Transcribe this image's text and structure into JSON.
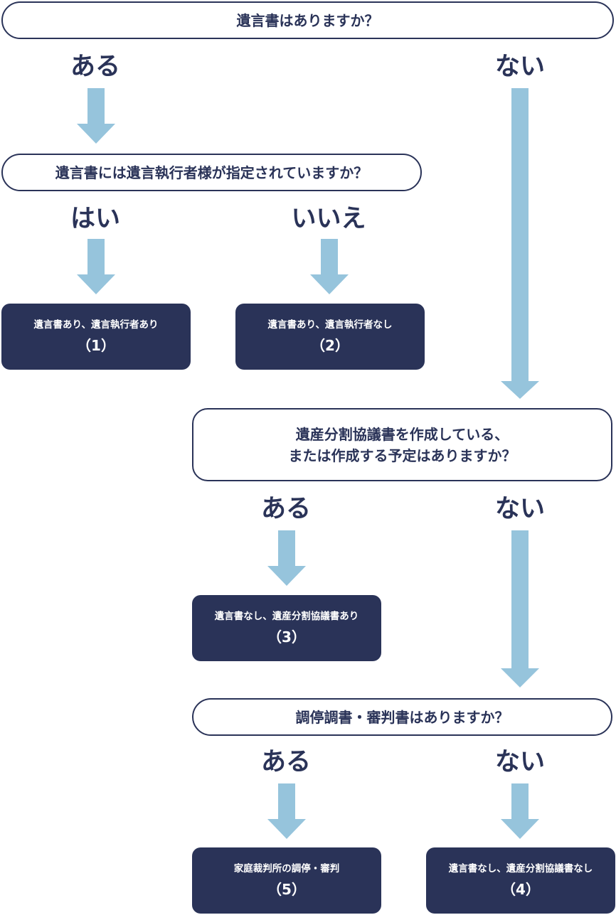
{
  "colors": {
    "navy": "#2a3358",
    "arrow": "#96c4dc",
    "white": "#ffffff"
  },
  "questions": {
    "q1": "遺言書はありますか？",
    "q2": "遺言書には遺言執行者様が指定されていますか？",
    "q3": "遺産分割協議書を作成している、\nまたは作成する予定はありますか？",
    "q4": "調停調書・審判書はありますか？"
  },
  "labels": {
    "q1_yes": "ある",
    "q1_no": "ない",
    "q2_yes": "はい",
    "q2_no": "いいえ",
    "q3_yes": "ある",
    "q3_no": "ない",
    "q4_yes": "ある",
    "q4_no": "ない"
  },
  "results": {
    "r1": {
      "text": "遺言書あり、遺言執行者あり",
      "num": "（1）"
    },
    "r2": {
      "text": "遺言書あり、遺言執行者なし",
      "num": "（2）"
    },
    "r3": {
      "text": "遺言書なし、遺産分割協議書あり",
      "num": "（3）"
    },
    "r4": {
      "text": "遺言書なし、遺産分割協議書なし",
      "num": "（4）"
    },
    "r5": {
      "text": "家庭裁判所の調停・審判",
      "num": "（5）"
    }
  }
}
